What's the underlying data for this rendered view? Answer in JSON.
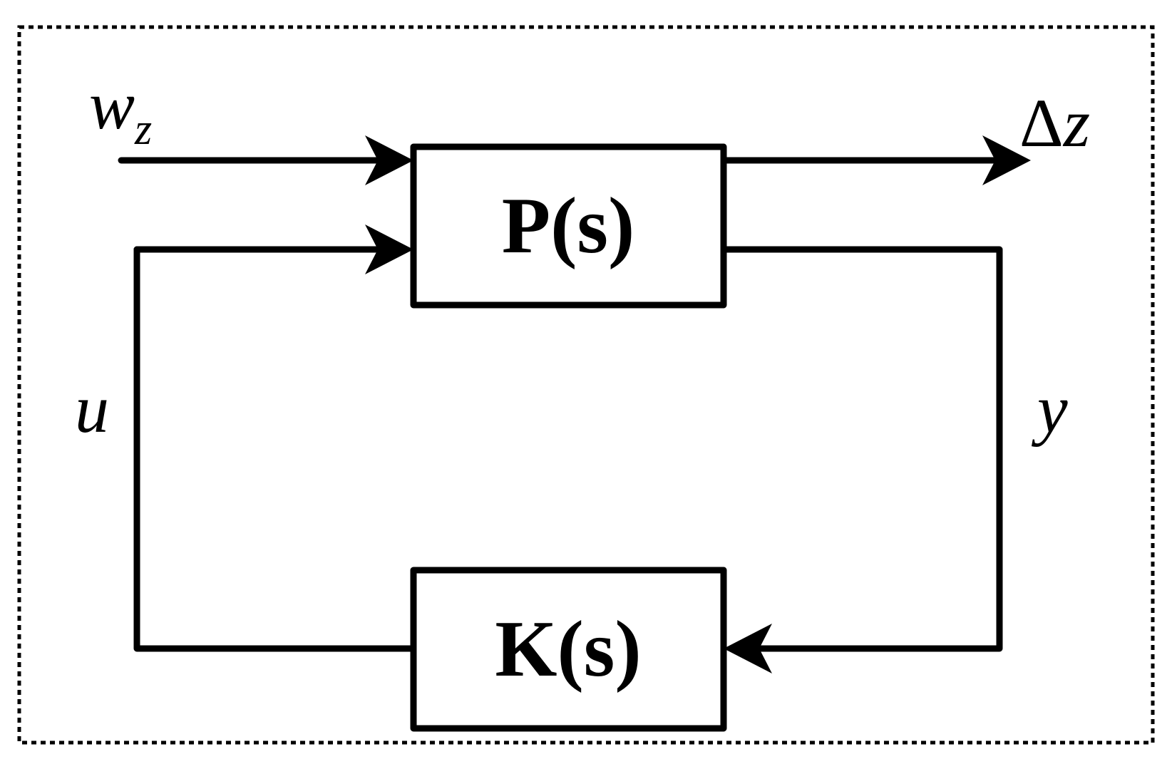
{
  "blocks": {
    "plant": {
      "label": "P(s)"
    },
    "controller": {
      "label": "K(s)"
    }
  },
  "signals": {
    "disturbance": {
      "base": "w",
      "subscript": "z"
    },
    "output": {
      "prefix": "Δ",
      "base": "z"
    },
    "control": {
      "label": "u"
    },
    "measurement": {
      "label": "y"
    }
  },
  "colors": {
    "stroke": "#000000",
    "background": "#ffffff"
  }
}
